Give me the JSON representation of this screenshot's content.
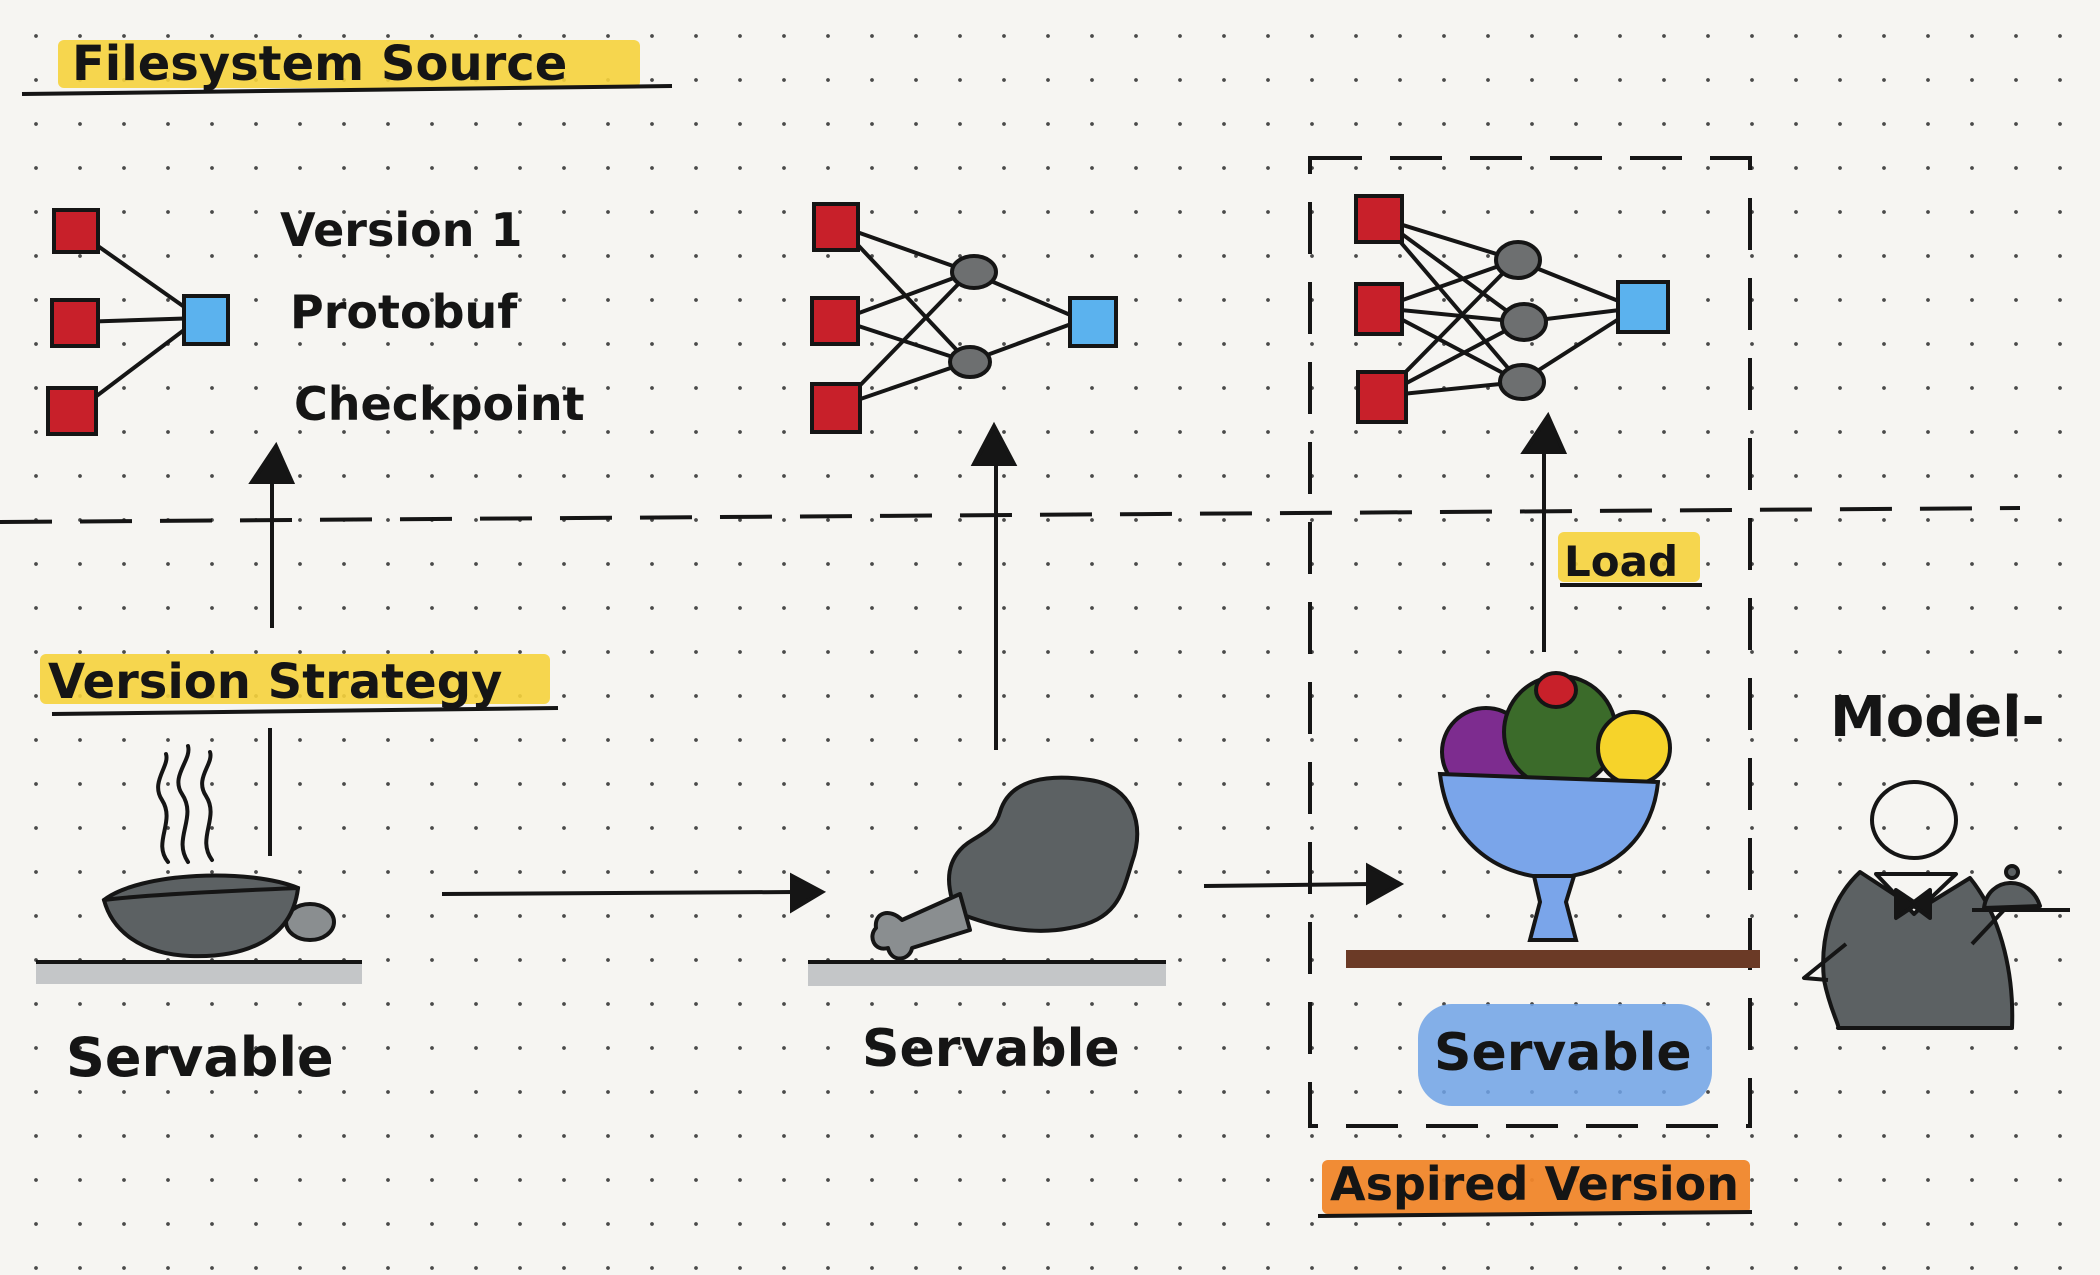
{
  "labels": {
    "filesystem_source": "Filesystem Source",
    "version_info_line1": "Version 1",
    "version_info_line2": "Protobuf",
    "version_info_line3": "Checkpoint",
    "version_strategy": "Version Strategy",
    "load": "Load",
    "model_waiter": "Model-",
    "aspired_version": "Aspired Version",
    "servable_soup": "Servable",
    "servable_drumstick": "Servable",
    "servable_icecream": "Servable"
  },
  "colors": {
    "highlight_yellow": "#f6d33c",
    "highlight_orange": "#f0862a",
    "highlight_blue": "#6fa2e6",
    "node_red": "#c8202a",
    "node_blue": "#5bb2ee",
    "node_gray": "#6d6f70",
    "food_gray": "#5c6163",
    "bowl_blue": "#7aa5ea",
    "scoop_purple": "#7d2c8f",
    "scoop_green": "#3b6b2a",
    "scoop_yellow": "#f6d32a",
    "cherry_red": "#c8202a",
    "shelf_brown": "#6b3a26",
    "shelf_gray": "#c4c6c8"
  },
  "icons": [
    "network-1-version-icon",
    "network-2-version-icon",
    "network-3-version-icon",
    "soup-bowl-icon",
    "drumstick-icon",
    "ice-cream-sundae-icon",
    "waiter-icon"
  ]
}
